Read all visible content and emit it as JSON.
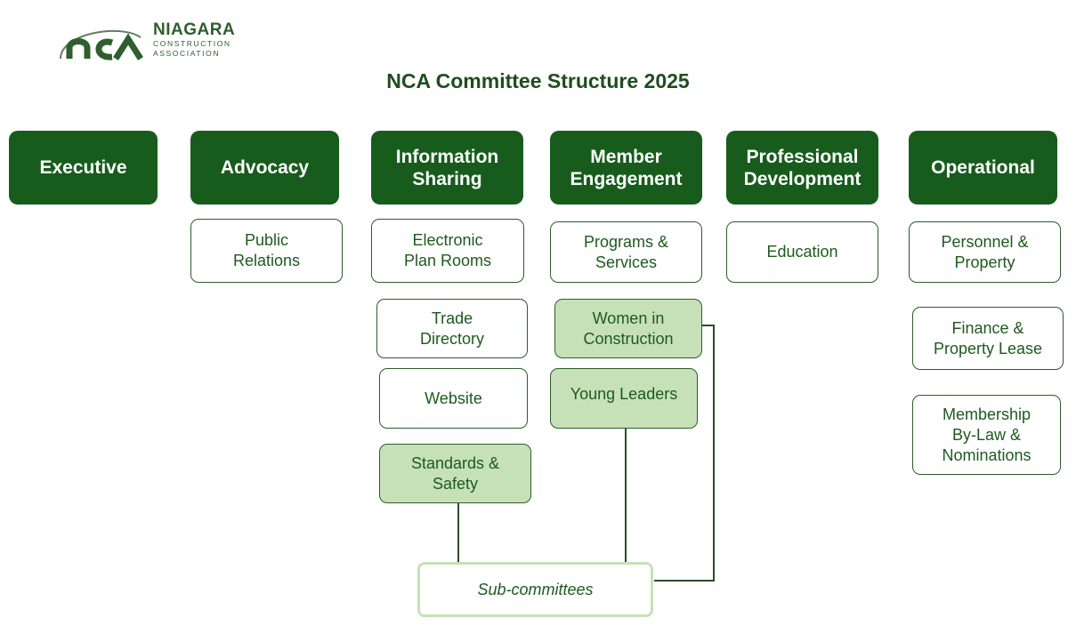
{
  "logo": {
    "name": "NIAGARA",
    "line1": "CONSTRUCTION",
    "line2": "ASSOCIATION"
  },
  "title": "NCA Committee Structure 2025",
  "columns": [
    {
      "heading": "Executive",
      "items": []
    },
    {
      "heading": "Advocacy",
      "items": [
        "Public\nRelations"
      ]
    },
    {
      "heading": "Information\nSharing",
      "items": [
        "Electronic\nPlan Rooms",
        "Trade\nDirectory",
        "Website",
        "Standards &\nSafety"
      ]
    },
    {
      "heading": "Member\nEngagement",
      "items": [
        "Programs &\nServices",
        "Women in\nConstruction",
        "Young Leaders"
      ]
    },
    {
      "heading": "Professional\nDevelopment",
      "items": [
        "Education"
      ]
    },
    {
      "heading": "Operational",
      "items": [
        "Personnel &\nProperty",
        "Finance &\nProperty Lease",
        "Membership\nBy-Law &\nNominations"
      ]
    }
  ],
  "subcommittees_label": "Sub-committees",
  "colors": {
    "heading_fill": "#175c1d",
    "subcommittee_fill": "#c6e1b8",
    "border": "#2b5d2b"
  }
}
